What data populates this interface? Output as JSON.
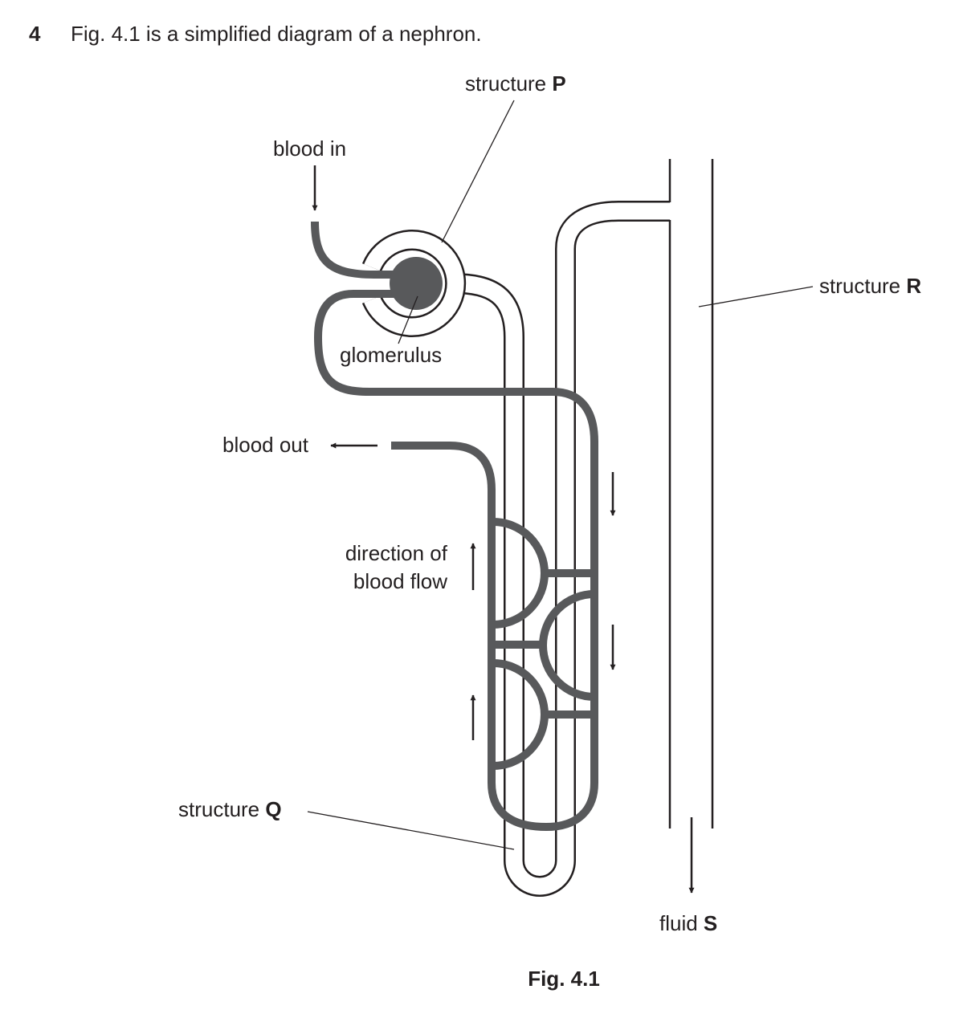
{
  "question": {
    "number": "4",
    "text": "Fig. 4.1 is a simplified diagram of a nephron."
  },
  "labels": {
    "structure_p_prefix": "structure ",
    "structure_p_letter": "P",
    "blood_in": "blood in",
    "structure_r_prefix": "structure ",
    "structure_r_letter": "R",
    "glomerulus": "glomerulus",
    "blood_out": "blood out",
    "direction_line1": "direction of",
    "direction_line2": "blood flow",
    "structure_q_prefix": "structure ",
    "structure_q_letter": "Q",
    "fluid_s_prefix": "fluid ",
    "fluid_s_letter": "S"
  },
  "figure_caption": "Fig. 4.1",
  "colors": {
    "blood_vessel": "#58595b",
    "outline": "#231f20",
    "background": "#ffffff"
  }
}
